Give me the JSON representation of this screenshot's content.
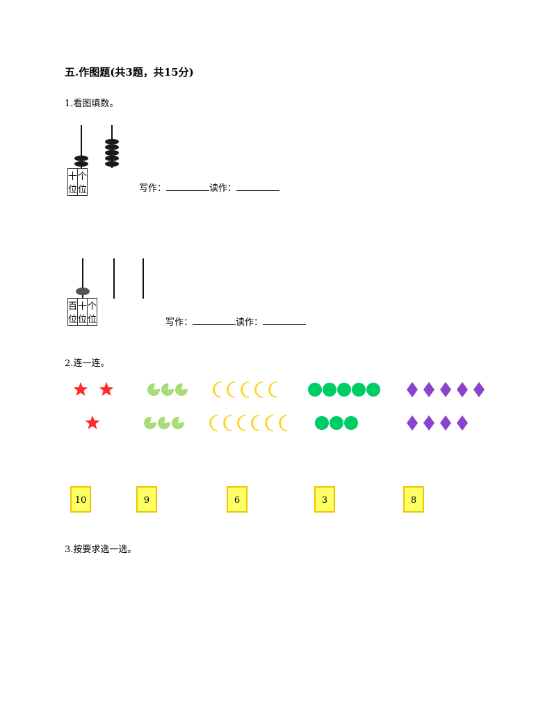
{
  "section": {
    "title": "五.作图题(共3题，共15分)"
  },
  "q1": {
    "prompt": "1.看图填数。",
    "abacus1": {
      "columns": [
        "十位",
        "个位"
      ],
      "beads": [
        2,
        5
      ]
    },
    "abacus2": {
      "columns": [
        "百位",
        "十位",
        "个位"
      ],
      "beads": [
        1,
        0,
        0
      ]
    },
    "write_label": "写作：",
    "read_label": "读作："
  },
  "q2": {
    "prompt": "2.连一连。",
    "groups": [
      {
        "shape": "star",
        "color": "#ff2a2a",
        "top_count": 2,
        "bottom_count": 1
      },
      {
        "shape": "bitten-circle",
        "color": "#a8dc78",
        "top_count": 3,
        "bottom_count": 3
      },
      {
        "shape": "crescent",
        "color": "#ff3b1f",
        "top_count": 5,
        "bottom_count": 6
      },
      {
        "shape": "circle",
        "color": "#00cc66",
        "top_count": 5,
        "bottom_count": 3
      },
      {
        "shape": "diamond",
        "color": "#8844cc",
        "top_count": 5,
        "bottom_count": 4
      }
    ],
    "numbers": [
      "10",
      "9",
      "6",
      "3",
      "8"
    ]
  },
  "q3": {
    "prompt": "3.按要求选一选。"
  }
}
